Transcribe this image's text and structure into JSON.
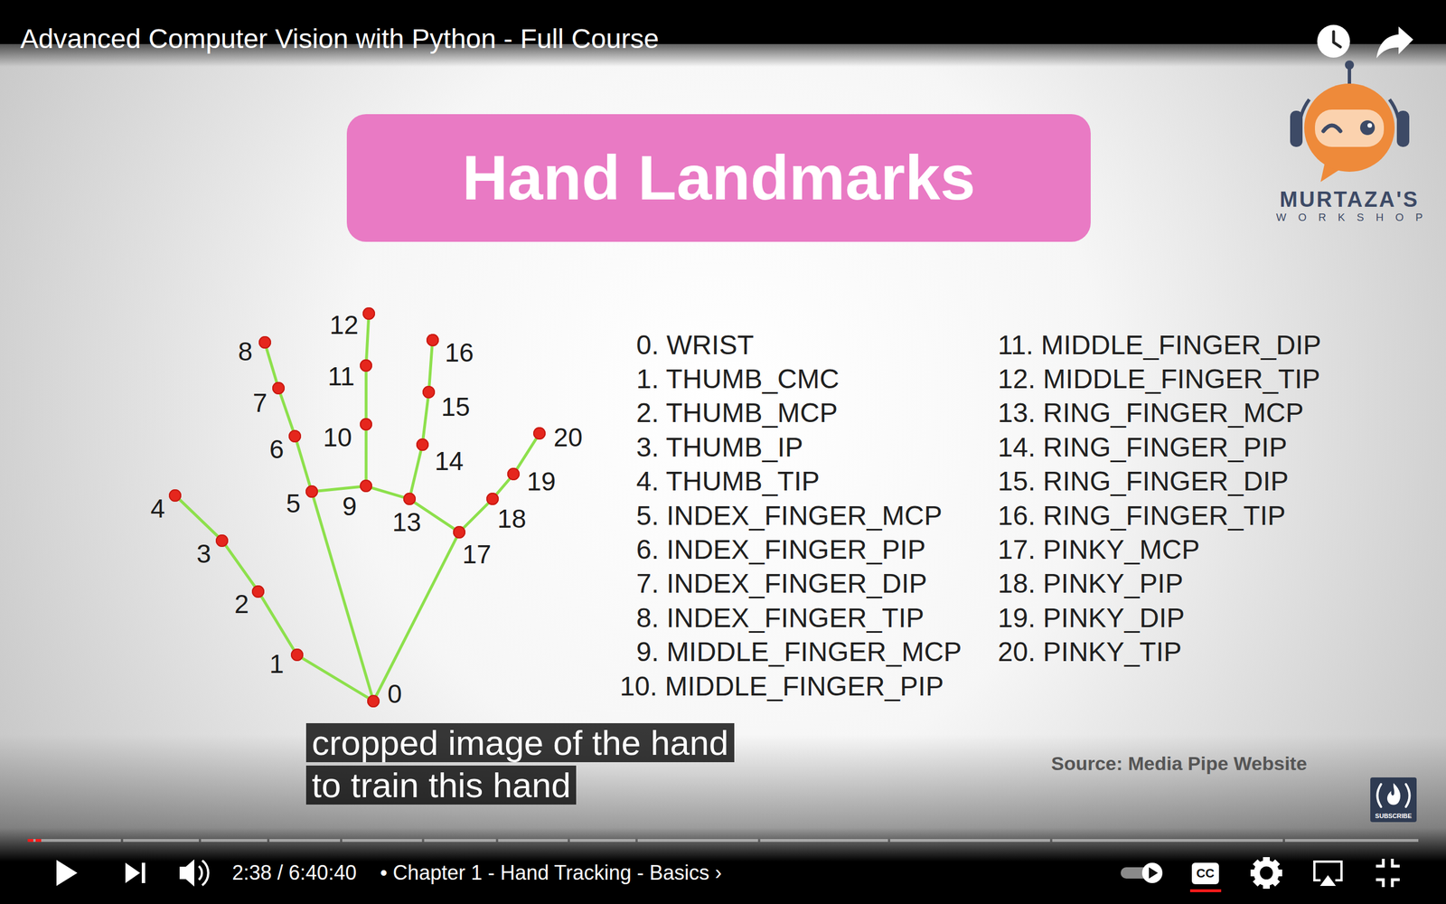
{
  "diagram": {
    "title": "Advanced Computer Vision with Python - Full Course",
    "nodes": [
      {
        "text": [
          "Hand Landmarks"
        ]
      },
      {
        "text": [
          "0"
        ]
      },
      {
        "text": [
          "1"
        ]
      },
      {
        "text": [
          "2"
        ]
      },
      {
        "text": [
          "3"
        ]
      },
      {
        "text": [
          "4"
        ]
      },
      {
        "text": [
          "5"
        ]
      },
      {
        "text": [
          "6"
        ]
      },
      {
        "text": [
          "7"
        ]
      },
      {
        "text": [
          "8"
        ]
      },
      {
        "text": [
          "9"
        ]
      },
      {
        "text": [
          "10"
        ]
      },
      {
        "text": [
          "11"
        ]
      },
      {
        "text": [
          "12"
        ]
      },
      {
        "text": [
          "13"
        ]
      },
      {
        "text": [
          "14"
        ]
      },
      {
        "text": [
          "15"
        ]
      },
      {
        "text": [
          "16"
        ]
      },
      {
        "text": [
          "17"
        ]
      },
      {
        "text": [
          "18"
        ]
      },
      {
        "text": [
          "19"
        ]
      },
      {
        "text": [
          "20"
        ]
      }
    ],
    "edges": [
      {
        "from": 1,
        "to": 2,
        "arrow": "none"
      },
      {
        "from": 2,
        "to": 3,
        "arrow": "none"
      },
      {
        "from": 3,
        "to": 4,
        "arrow": "none"
      },
      {
        "from": 4,
        "to": 5,
        "arrow": "none"
      },
      {
        "from": 1,
        "to": 6,
        "arrow": "none"
      },
      {
        "from": 6,
        "to": 7,
        "arrow": "none"
      },
      {
        "from": 7,
        "to": 8,
        "arrow": "none"
      },
      {
        "from": 8,
        "to": 9,
        "arrow": "none"
      },
      {
        "from": 6,
        "to": 10,
        "arrow": "none"
      },
      {
        "from": 10,
        "to": 11,
        "arrow": "none"
      },
      {
        "from": 11,
        "to": 12,
        "arrow": "none"
      },
      {
        "from": 12,
        "to": 13,
        "arrow": "none"
      },
      {
        "from": 10,
        "to": 14,
        "arrow": "none"
      },
      {
        "from": 14,
        "to": 15,
        "arrow": "none"
      },
      {
        "from": 15,
        "to": 16,
        "arrow": "none"
      },
      {
        "from": 16,
        "to": 17,
        "arrow": "none"
      },
      {
        "from": 14,
        "to": 18,
        "arrow": "none"
      },
      {
        "from": 1,
        "to": 18,
        "arrow": "none"
      },
      {
        "from": 18,
        "to": 19,
        "arrow": "none"
      },
      {
        "from": 19,
        "to": 20,
        "arrow": "none"
      },
      {
        "from": 20,
        "to": 21,
        "arrow": "none"
      }
    ],
    "labels": [
      "MURTAZA'S",
      "WORKSHOP",
      "0. WRIST",
      "1. THUMB_CMC",
      "2. THUMB_MCP",
      "3. THUMB_IP",
      "4. THUMB_TIP",
      "5. INDEX_FINGER_MCP",
      "6. INDEX_FINGER_PIP",
      "7. INDEX_FINGER_DIP",
      "8. INDEX_FINGER_TIP",
      "9. MIDDLE_FINGER_MCP",
      "10. MIDDLE_FINGER_PIP",
      "11. MIDDLE_FINGER_DIP",
      "12. MIDDLE_FINGER_TIP",
      "13. RING_FINGER_MCP",
      "14. RING_FINGER_PIP",
      "15. RING_FINGER_DIP",
      "16. RING_FINGER_TIP",
      "17. PINKY_MCP",
      "18. PINKY_PIP",
      "19. PINKY_DIP",
      "20. PINKY_TIP",
      "cropped image of the hand to train this hand",
      "Source: Media Pipe Website",
      "SUBSCRIBE",
      "2:38 / 6:40:40",
      "• Chapter 1 - Hand Tracking - Basics ›",
      "CC"
    ]
  }
}
